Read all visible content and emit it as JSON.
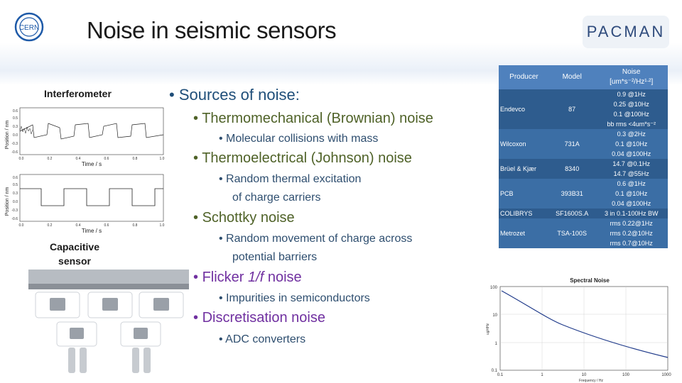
{
  "slide": {
    "title": "Noise in seismic sensors",
    "logo_left": "CERN",
    "logo_right_text": "PACMAN"
  },
  "left": {
    "interferometer_label": "Interferometer",
    "capacitive_label": "Capacitive sensor",
    "plot1": {
      "ylabel": "Position / nm",
      "xlabel": "Time / s",
      "yticks": [
        "0.6",
        "0.5",
        "0.3",
        "0.0",
        "-0.3",
        "-0.6"
      ],
      "xticks": [
        "0.0",
        "0.2",
        "0.4",
        "0.6",
        "0.8",
        "1.0"
      ]
    },
    "plot2": {
      "ylabel": "Position / nm",
      "xlabel": "Time / s",
      "yticks": [
        "0.6",
        "0.5",
        "0.3",
        "0.0",
        "-0.3",
        "-0.6"
      ],
      "xticks": [
        "0.0",
        "0.2",
        "0.4",
        "0.6",
        "0.8",
        "1.0"
      ]
    }
  },
  "bullets": {
    "main": "Sources of noise:",
    "thermomech": "Thermomechanical (Brownian) noise",
    "thermomech_sub": "Molecular collisions with mass",
    "thermoel": "Thermoelectrical (Johnson) noise",
    "thermoel_sub_1": "Random thermal excitation",
    "thermoel_sub_2": "of charge carriers",
    "schottky": "Schottky noise",
    "schottky_sub_1": "Random movement of charge across",
    "schottky_sub_2": "potential barriers",
    "flicker_prefix": "Flicker ",
    "flicker_italic": "1/f",
    "flicker_suffix": " noise",
    "flicker_sub": "Impurities in semiconductors",
    "discret": "Discretisation noise",
    "discret_sub": "ADC converters"
  },
  "table": {
    "headers": [
      "Producer",
      "Model",
      "Noise",
      "[um*s⁻²/Hz¹ᐧ²]"
    ],
    "rows": [
      {
        "producer": "Endevco",
        "model": "87",
        "noise": [
          "0.9 @1Hz",
          "0.25 @10Hz",
          "0.1 @100Hz",
          "bb rms <4um*s⁻²"
        ]
      },
      {
        "producer": "Wilcoxon",
        "model": "731A",
        "noise": [
          "0.3 @2Hz",
          "0.1 @10Hz",
          "0.04 @100Hz"
        ]
      },
      {
        "producer": "Brüel & Kjær",
        "model": "8340",
        "noise": [
          "14.7 @0.1Hz",
          "14.7 @55Hz"
        ]
      },
      {
        "producer": "PCB",
        "model": "393B31",
        "noise": [
          "0.6 @1Hz",
          "0.1 @10Hz",
          "0.04 @100Hz"
        ]
      },
      {
        "producer": "COLIBRYS",
        "model": "SF1600S.A",
        "noise": [
          "3 in 0.1-100Hz BW"
        ]
      },
      {
        "producer": "Metrozet",
        "model": "TSA-100S",
        "noise": [
          "rms 0.22@1Hz",
          "rms 0.2@10Hz",
          "rms 0.7@10Hz"
        ]
      }
    ]
  },
  "spectral": {
    "title": "Spectral Noise",
    "ylabel": "ug/rtHz",
    "xlabel": "Frequency / Hz",
    "yticks": [
      "100",
      "10",
      "1",
      "0.1"
    ],
    "xticks": [
      "0.1",
      "1",
      "10",
      "100",
      "1000"
    ],
    "line_color": "#1f3a8a"
  }
}
